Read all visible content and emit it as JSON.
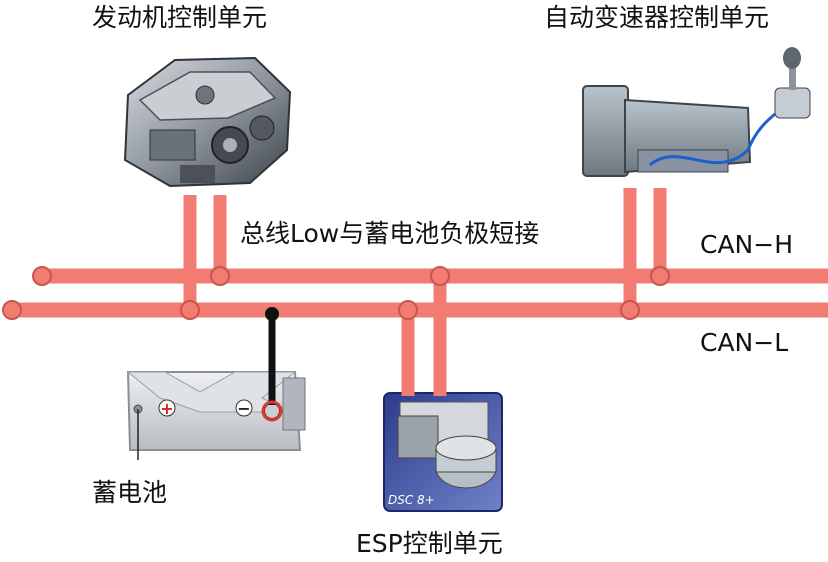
{
  "labels": {
    "engine_ecu": "发动机控制单元",
    "transmission_ecu": "自动变速器控制单元",
    "fault": "总线Low与蓄电池负极短接",
    "can_h": "CAN−H",
    "can_l": "CAN−L",
    "battery": "蓄电池",
    "esp_ecu": "ESP控制单元"
  },
  "battery_terminals": {
    "positive": "+",
    "negative": "−"
  },
  "esp_badge": "DSC 8+",
  "colors": {
    "bus": "#f27b72",
    "short_wire": "#111111"
  }
}
